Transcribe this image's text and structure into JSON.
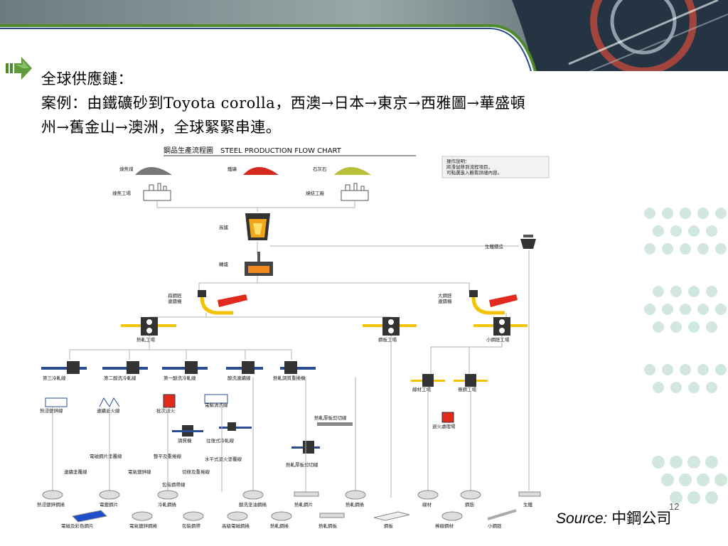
{
  "heading": {
    "line1": "全球供應鏈：",
    "line2": "案例：由鐵礦砂到Toyota corolla，西澳→日本→東京→西雅圖→華盛頓",
    "line3": "州→舊金山→澳洲，全球緊緊串連。"
  },
  "chart": {
    "title": "鋼品生產流程圖　STEEL PRODUCTION FLOW CHART",
    "note": [
      "操作說明：",
      "將滑鼠移到流程項目，",
      "可點選進入觀看詳細內容。"
    ],
    "raw": [
      "煉焦煤",
      "鐵礦",
      "石灰石"
    ],
    "plants": [
      "煉焦工場",
      "燒結工廠"
    ],
    "blast_furnace": "高爐",
    "converter": "轉爐",
    "pig_iron": "生鐵鑄造",
    "caster_left": [
      "扁鋼胚",
      "連鑄機"
    ],
    "caster_right": [
      "大鋼胚",
      "連鑄機"
    ],
    "hot_mill": "熱軋工場",
    "plate_mill": "鋼板工場",
    "bar_mill": "小鋼胚工場",
    "cold_lines": [
      "第三冷軋線",
      "第二酸洗冷軋線",
      "第一酸洗冷軋線",
      "酸洗連續線",
      "熱軋調質重捲機"
    ],
    "rod_lines": [
      "線材工場",
      "條鋼工場"
    ],
    "anneal": "退火處理場",
    "mid": [
      "熱浸鍍鋅線",
      "連續退火線",
      "批次退火",
      "電解清洗線"
    ],
    "shear": "熱軋厚板剪切線",
    "temper": "調質機",
    "mid2": [
      "電磁鋼片塗覆線",
      "整平及重捲線",
      "往復式冷軋線",
      "連續塗覆線",
      "電氣鍍鋅線",
      "切條及重捲線",
      "水平式退火塗覆線",
      "包裝鋼帶線"
    ],
    "shear2": "熱軋厚板剪切線",
    "products_top": [
      "熱浸鍍鋅鋼捲",
      "電鍍鋼片",
      "冷軋鋼捲",
      "酸洗塗油鋼捲",
      "熱軋鋼片",
      "熱軋鋼捲",
      "線材",
      "鋼筋",
      "生鐵"
    ],
    "products_bottom": [
      "電磁及彩色鋼片",
      "電氣鍍鋅鋼捲",
      "包裝鋼帶",
      "高級電磁鋼捲",
      "熱軋鋼捲",
      "熱軋鋼板",
      "鋼板",
      "棒線鋼材",
      "小鋼胚"
    ]
  },
  "source": {
    "label": "Source:",
    "value": "中鋼公司"
  },
  "page_number": "12",
  "colors": {
    "accent": "#2a4d8f",
    "green": "#4e8a2e",
    "banner_dark": "#1e2e3e"
  }
}
